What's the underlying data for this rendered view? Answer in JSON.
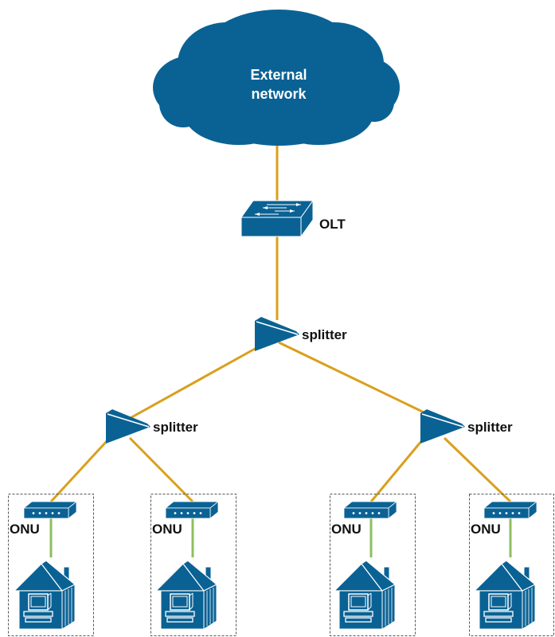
{
  "diagram": {
    "title": "Passive Optical Network topology",
    "colors": {
      "device": "#0a6294",
      "fiber": "#d9a01c",
      "copper": "#8dbf5e",
      "label": "#111111",
      "cloud_text": "#ffffff",
      "box_border": "#555555"
    },
    "cloud": {
      "label_line1": "External",
      "label_line2": "network"
    },
    "olt": {
      "label": "OLT"
    },
    "splitters": [
      {
        "id": "splitter-root",
        "label": "splitter"
      },
      {
        "id": "splitter-left",
        "label": "splitter"
      },
      {
        "id": "splitter-right",
        "label": "splitter"
      }
    ],
    "onus": [
      {
        "label": "ONU"
      },
      {
        "label": "ONU"
      },
      {
        "label": "ONU"
      },
      {
        "label": "ONU"
      }
    ]
  }
}
